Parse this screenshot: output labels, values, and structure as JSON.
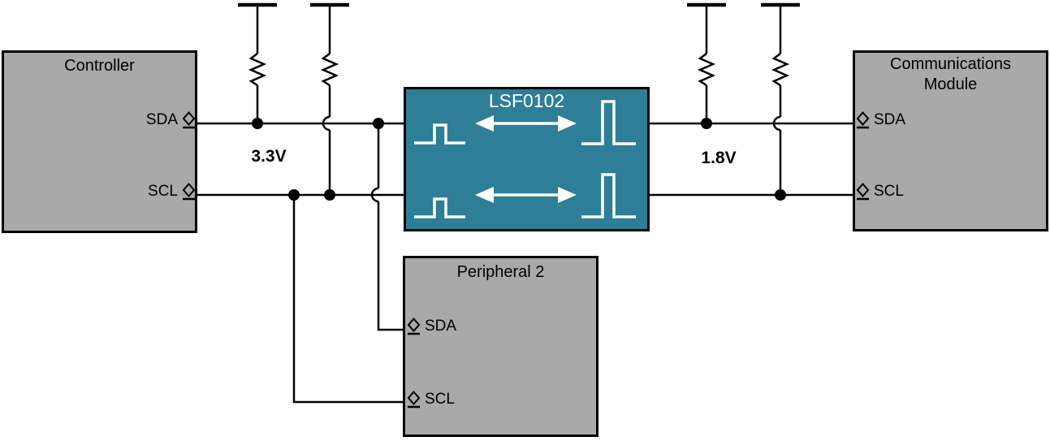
{
  "diagram": {
    "type": "i2c-level-shifter-block-diagram",
    "level_shifter": {
      "label": "LSF0102"
    },
    "blocks": {
      "controller": {
        "title": "Controller",
        "pins": [
          "SDA",
          "SCL"
        ]
      },
      "communications_module": {
        "title": "Communications Module",
        "pins": [
          "SDA",
          "SCL"
        ]
      },
      "peripheral_2": {
        "title": "Peripheral 2",
        "pins": [
          "SDA",
          "SCL"
        ]
      }
    },
    "rails": {
      "left_voltage": "3.3V",
      "right_voltage": "1.8V",
      "pullup_resistor_count": 4
    },
    "icons": {
      "pin": "diamond-io-pin",
      "power": "supply-rail-tbar",
      "resistor": "pullup-resistor-zigzag",
      "left_waveform": "small-pulse",
      "right_waveform": "tall-pulse",
      "direction": "bidirectional-arrow",
      "junction": "solder-dot",
      "crossover": "wire-hop"
    },
    "colors": {
      "block_fill": "#a9a9a9",
      "block_border": "#000000",
      "level_shifter_fill": "#2d7e96",
      "wire": "#000000",
      "waveform": "#ffffff",
      "background": "#ffffff"
    }
  }
}
